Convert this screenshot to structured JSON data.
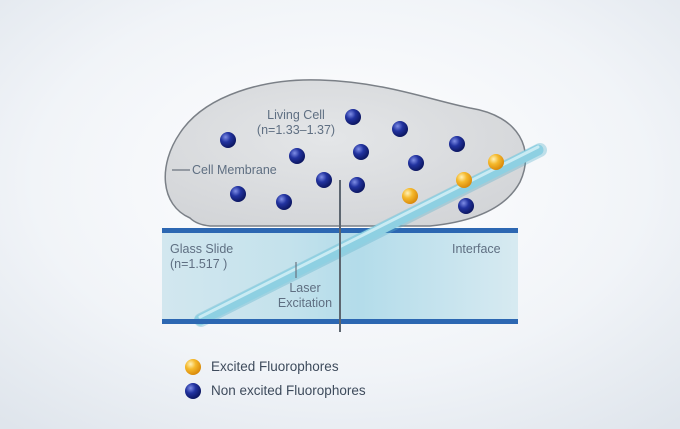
{
  "labels": {
    "living_cell": "Living Cell",
    "cell_refractive_index": "(n=1.33–1.37)",
    "cell_membrane": "Cell Membrane",
    "glass_slide": "Glass Slide",
    "glass_refractive_index": "(n=1.517  )",
    "interface": "Interface",
    "laser_line1": "Laser",
    "laser_line2": "Excitation"
  },
  "legend": {
    "excited": "Excited Fluorophores",
    "non_excited": "Non excited Fluorophores"
  },
  "colors": {
    "background": "#eef2f6",
    "cell_fill": "#d7d9dc",
    "cell_stroke": "#7b8087",
    "glass_fill": "#cfe6ef",
    "glass_edge": "#2c67b2",
    "laser": "#8ed0e2",
    "excited_fluorophore": "#f3b12a",
    "non_excited_fluorophore": "#1c2a8c",
    "label_text": "#5f6f82"
  }
}
